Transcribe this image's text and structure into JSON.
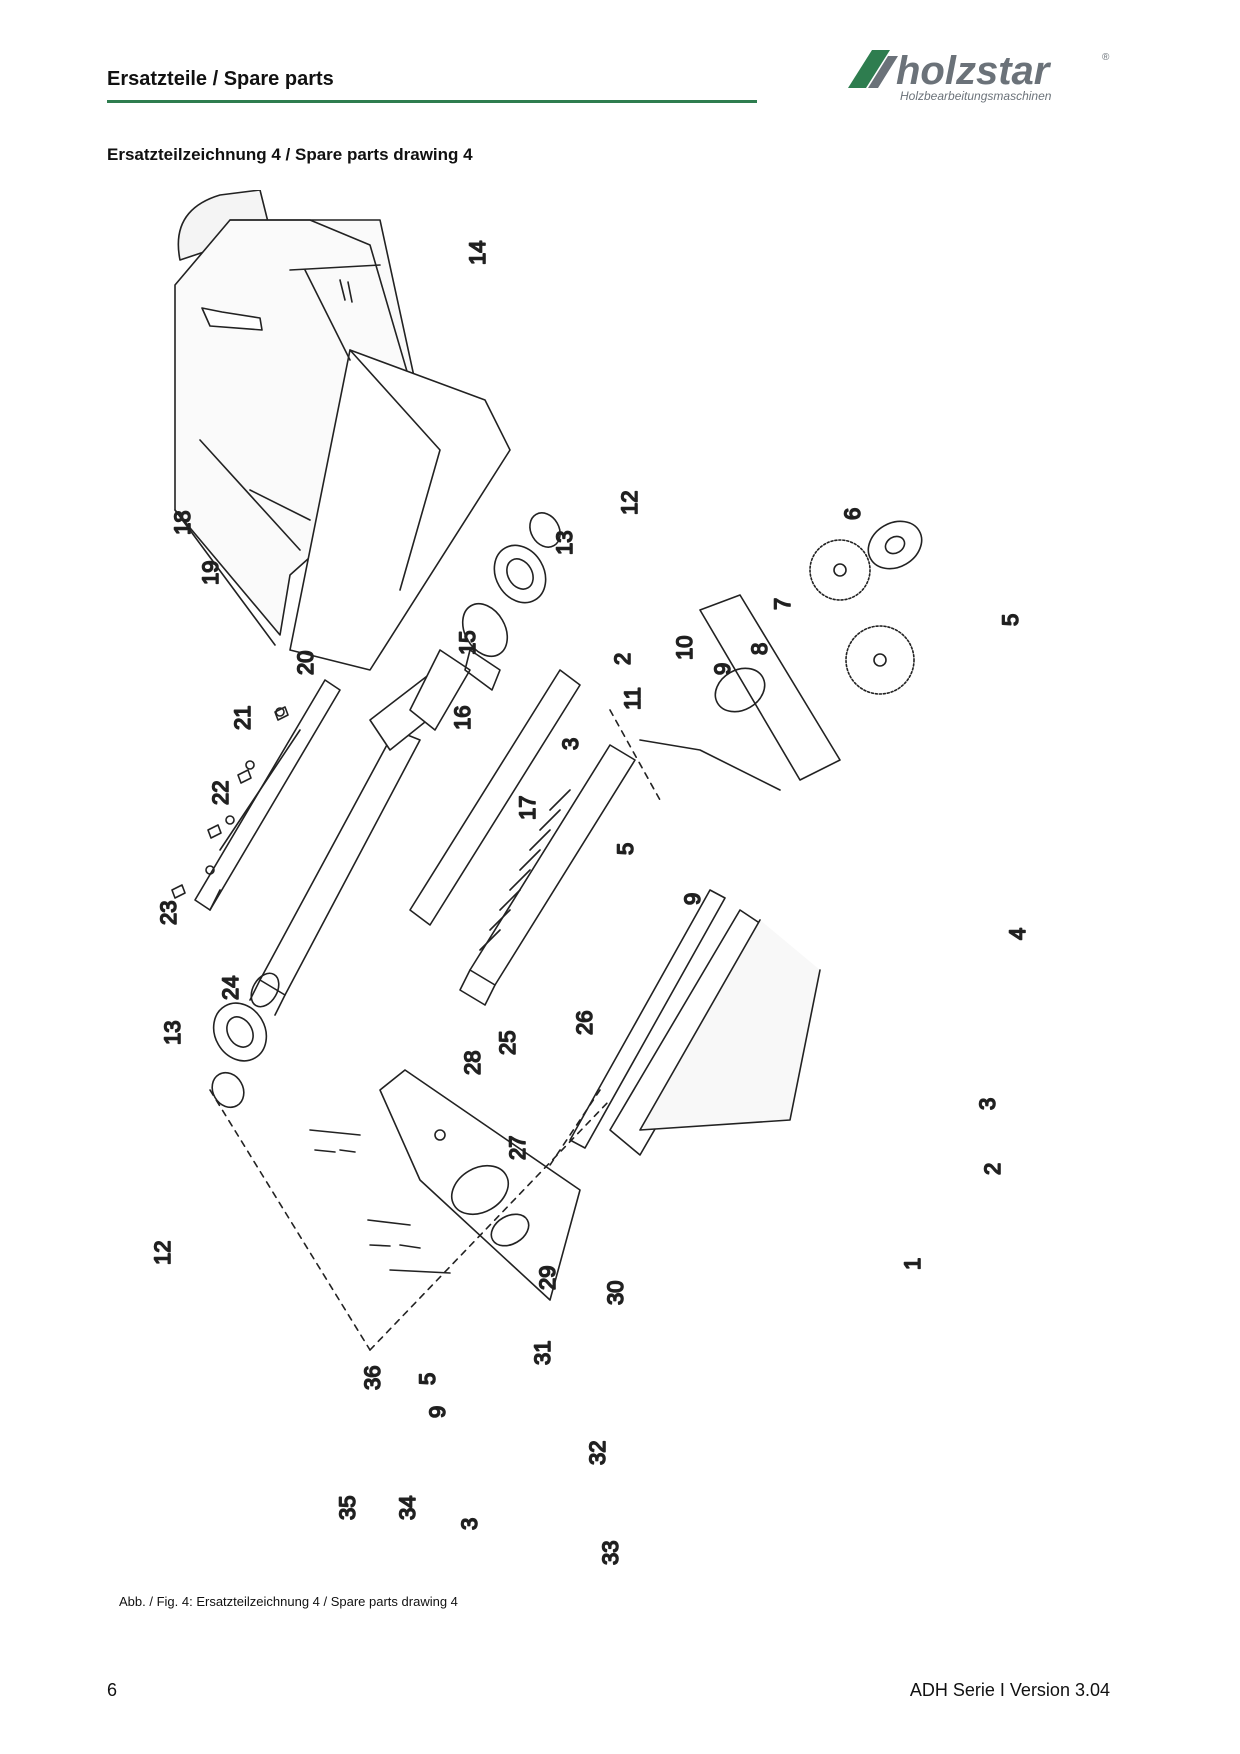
{
  "header": {
    "title": "Ersatzteile / Spare parts",
    "logo_text": "holzstar",
    "logo_registered": "®",
    "logo_tagline": "Holzbearbeitungsmaschinen",
    "rule_color": "#2e7d4f",
    "logo_color": "#6b7279",
    "logo_accent_color": "#2e7d4f"
  },
  "section": {
    "title": "Ersatzteilzeichnung 4 / Spare parts drawing 4"
  },
  "drawing": {
    "callouts": [
      "14",
      "18",
      "19",
      "20",
      "21",
      "22",
      "23",
      "24",
      "13",
      "12",
      "16",
      "15",
      "17",
      "3",
      "2",
      "11",
      "10",
      "9",
      "8",
      "12",
      "13",
      "6",
      "7",
      "5",
      "4",
      "5",
      "9",
      "26",
      "25",
      "28",
      "27",
      "3",
      "2",
      "5",
      "9",
      "29",
      "30",
      "1",
      "31",
      "32",
      "36",
      "35",
      "34",
      "3",
      "33"
    ]
  },
  "caption": "Abb. / Fig. 4: Ersatzteilzeichnung 4 / Spare parts drawing 4",
  "footer": {
    "page_number": "6",
    "version": "ADH Serie I Version 3.04"
  }
}
